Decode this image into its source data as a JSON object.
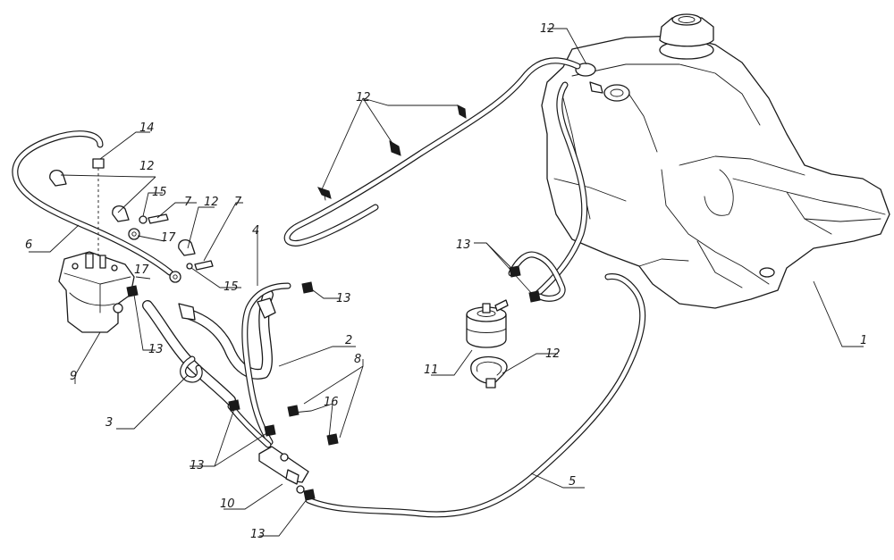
{
  "callouts": [
    {
      "id": "c1",
      "label": "1"
    },
    {
      "id": "c2",
      "label": "2"
    },
    {
      "id": "c3",
      "label": "3"
    },
    {
      "id": "c4",
      "label": "4"
    },
    {
      "id": "c5",
      "label": "5"
    },
    {
      "id": "c6",
      "label": "6"
    },
    {
      "id": "c7a",
      "label": "7"
    },
    {
      "id": "c7b",
      "label": "7"
    },
    {
      "id": "c8",
      "label": "8"
    },
    {
      "id": "c9",
      "label": "9"
    },
    {
      "id": "c10",
      "label": "10"
    },
    {
      "id": "c11",
      "label": "11"
    },
    {
      "id": "c12a",
      "label": "12"
    },
    {
      "id": "c12b",
      "label": "12"
    },
    {
      "id": "c12c",
      "label": "12"
    },
    {
      "id": "c12d",
      "label": "12"
    },
    {
      "id": "c12e",
      "label": "12"
    },
    {
      "id": "c13a",
      "label": "13"
    },
    {
      "id": "c13b",
      "label": "13"
    },
    {
      "id": "c13c",
      "label": "13"
    },
    {
      "id": "c13d",
      "label": "13"
    },
    {
      "id": "c13e",
      "label": "13"
    },
    {
      "id": "c14",
      "label": "14"
    },
    {
      "id": "c15a",
      "label": "15"
    },
    {
      "id": "c15b",
      "label": "15"
    },
    {
      "id": "c16",
      "label": "16"
    },
    {
      "id": "c17a",
      "label": "17"
    },
    {
      "id": "c17b",
      "label": "17"
    }
  ]
}
